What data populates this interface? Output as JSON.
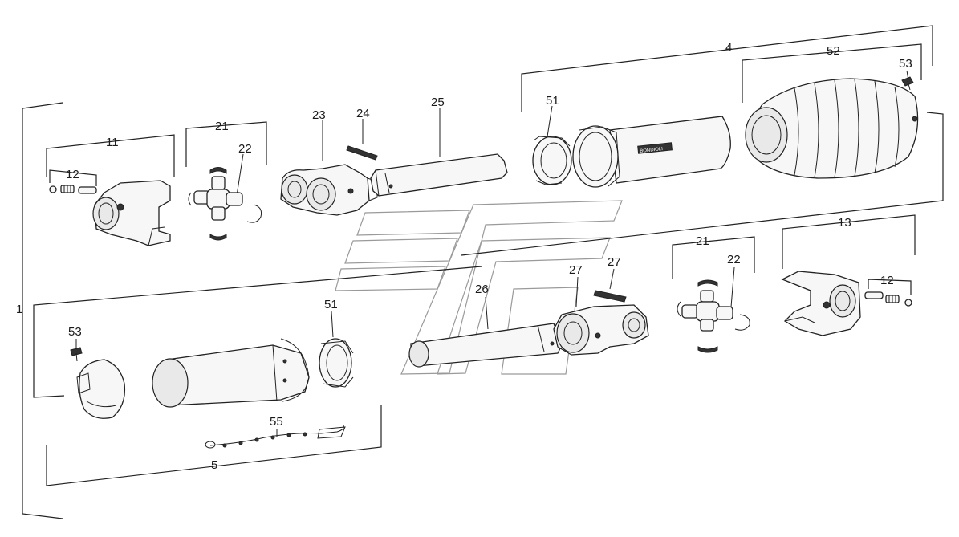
{
  "labels": {
    "assembly": "1",
    "outer_half": "4",
    "inner_half": "5",
    "yoke_outer": "11",
    "screw_set_outer": "12",
    "screw_set_inner": "12",
    "yoke_inner": "13",
    "cross_kit_outer": "21",
    "cross_kit_inner": "21",
    "circlip_outer": "22",
    "circlip_inner": "22",
    "inner_yoke_outer": "23",
    "pin_outer": "24",
    "tube_outer": "25",
    "tube_inner": "26",
    "inner_yoke_inner": "27",
    "pin_inner": "27",
    "bearing_ring_outer": "51",
    "bearing_ring_inner": "51",
    "guard_cone": "52",
    "screw_outer": "53",
    "screw_inner": "53",
    "chain": "55"
  },
  "guard_brand": "BONDIOLI"
}
